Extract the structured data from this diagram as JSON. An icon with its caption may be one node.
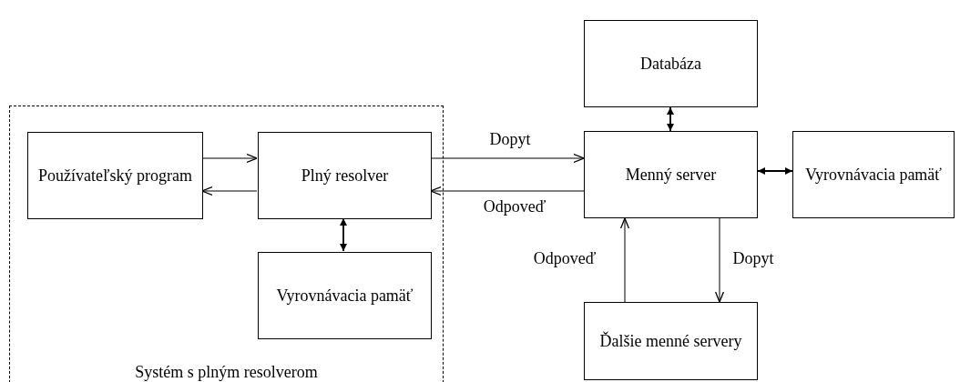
{
  "diagram": {
    "nodes": [
      {
        "text": [
          "Systém s plným resolverom"
        ]
      },
      {
        "text": [
          "Používateľský program"
        ],
        "in": 0
      },
      {
        "text": [
          "Plný resolver"
        ],
        "in": 0
      },
      {
        "text": [
          "Vyrovnávacia pamäť"
        ],
        "in": 0
      },
      {
        "text": [
          "Databáza"
        ]
      },
      {
        "text": [
          "Menný server"
        ]
      },
      {
        "text": [
          "Vyrovnávacia pamäť"
        ]
      },
      {
        "text": [
          "Ďalšie menné servery"
        ]
      }
    ],
    "edges": [
      {
        "from": 1,
        "to": 2,
        "arrow": "to"
      },
      {
        "from": 2,
        "to": 1,
        "arrow": "to"
      },
      {
        "from": 2,
        "to": 5,
        "arrow": "to",
        "label": "Dopyt"
      },
      {
        "from": 5,
        "to": 2,
        "arrow": "to",
        "label": "Odpoveď"
      },
      {
        "from": 2,
        "to": 3,
        "arrow": "both"
      },
      {
        "from": 4,
        "to": 5,
        "arrow": "both"
      },
      {
        "from": 5,
        "to": 6,
        "arrow": "both"
      },
      {
        "from": 5,
        "to": 7,
        "arrow": "to",
        "label": "Dopyt"
      },
      {
        "from": 7,
        "to": 5,
        "arrow": "to",
        "label": "Odpoveď"
      }
    ]
  }
}
